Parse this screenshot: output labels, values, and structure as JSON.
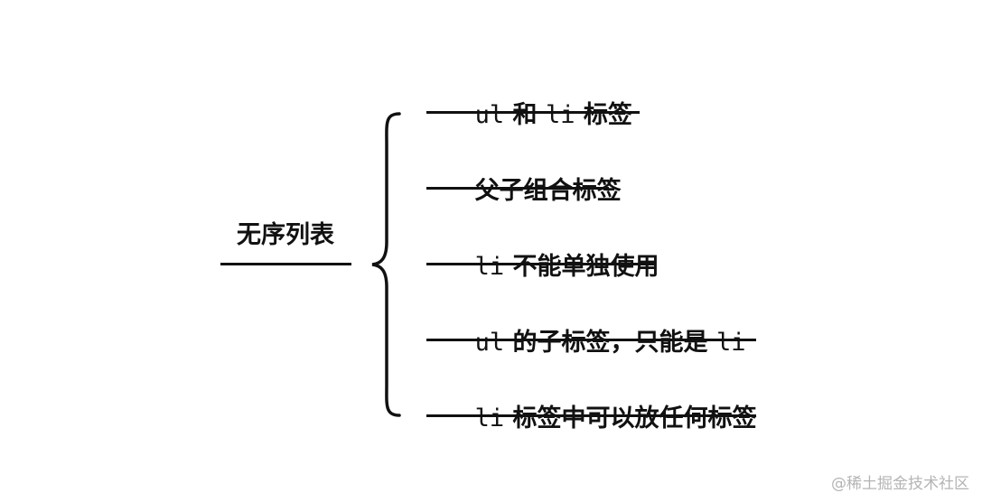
{
  "root": {
    "label": "无序列表"
  },
  "branches": [
    {
      "parts": [
        "ul",
        " 和 ",
        "li",
        " 标签"
      ]
    },
    {
      "parts": [
        "",
        "父子组合标签",
        "",
        ""
      ]
    },
    {
      "parts": [
        "li",
        " 不能单独使用",
        "",
        ""
      ]
    },
    {
      "parts": [
        "ul",
        " 的子标签，只能是 ",
        "li",
        ""
      ]
    },
    {
      "parts": [
        "li",
        " 标签中可以放任何标签",
        "",
        ""
      ]
    }
  ],
  "watermark": "@稀土掘金技术社区"
}
